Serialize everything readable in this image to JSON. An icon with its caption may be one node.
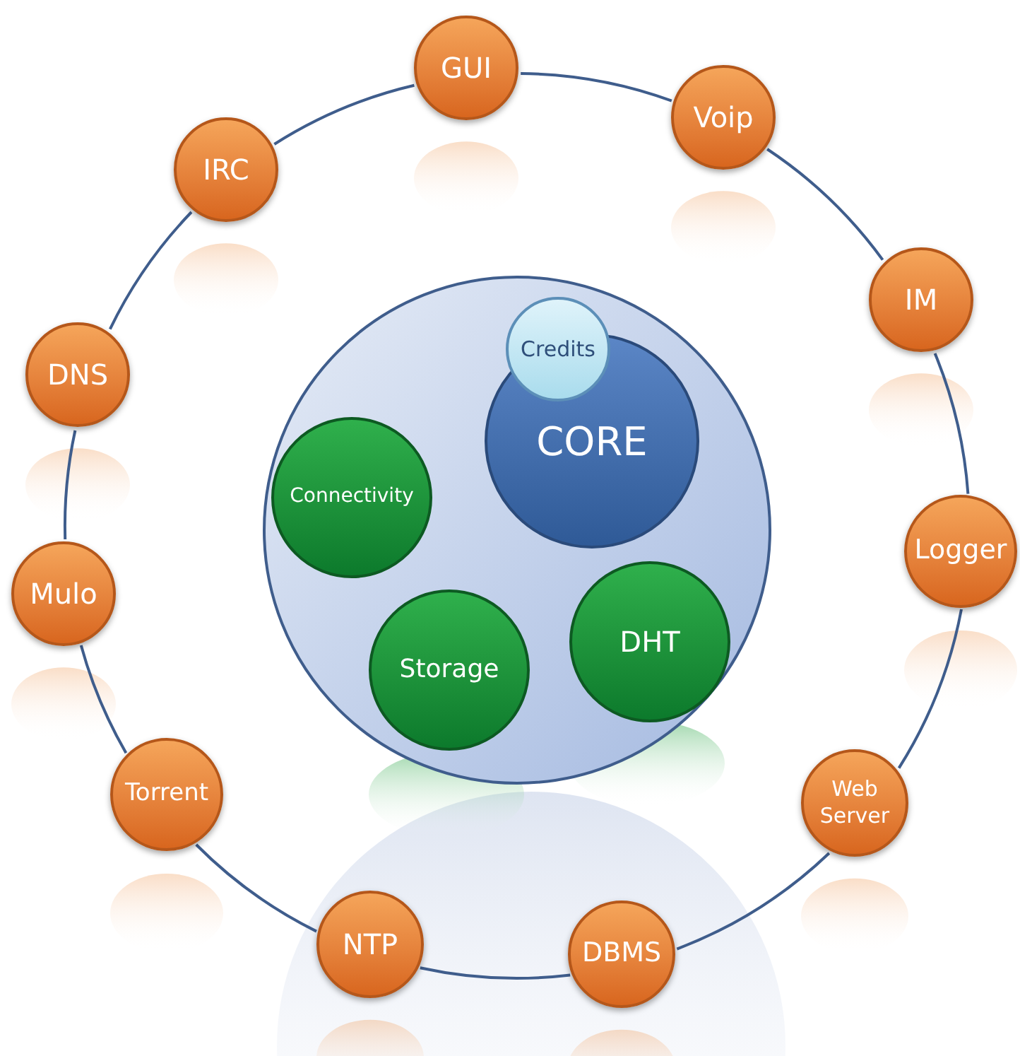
{
  "diagram": {
    "nodes": [
      {
        "text": [
          "GUI"
        ]
      },
      {
        "text": [
          "Voip"
        ]
      },
      {
        "text": [
          "IM"
        ]
      },
      {
        "text": [
          "Logger"
        ]
      },
      {
        "text": [
          "Web Server"
        ]
      },
      {
        "text": [
          "DBMS"
        ]
      },
      {
        "text": [
          "NTP"
        ]
      },
      {
        "text": [
          "Torrent"
        ]
      },
      {
        "text": [
          "Mulo"
        ]
      },
      {
        "text": [
          "DNS"
        ]
      },
      {
        "text": [
          "IRC"
        ]
      },
      {
        "text": [],
        "shape": "circle"
      },
      {
        "text": [
          "Credits"
        ],
        "in": 11
      },
      {
        "text": [
          "CORE"
        ],
        "in": 11
      },
      {
        "text": [
          "Connectivity"
        ],
        "in": 11
      },
      {
        "text": [
          "Storage"
        ],
        "in": 11
      },
      {
        "text": [
          "DHT"
        ],
        "in": 11
      }
    ],
    "edges": [
      {
        "from": 0,
        "to": 1,
        "arrow": "none"
      },
      {
        "from": 1,
        "to": 2,
        "arrow": "none"
      },
      {
        "from": 2,
        "to": 3,
        "arrow": "none"
      },
      {
        "from": 3,
        "to": 4,
        "arrow": "none"
      },
      {
        "from": 4,
        "to": 5,
        "arrow": "none"
      },
      {
        "from": 5,
        "to": 6,
        "arrow": "none"
      },
      {
        "from": 6,
        "to": 7,
        "arrow": "none"
      },
      {
        "from": 7,
        "to": 8,
        "arrow": "none"
      },
      {
        "from": 8,
        "to": 9,
        "arrow": "none"
      },
      {
        "from": 9,
        "to": 10,
        "arrow": "none"
      },
      {
        "from": 10,
        "to": 0,
        "arrow": "none"
      }
    ]
  }
}
